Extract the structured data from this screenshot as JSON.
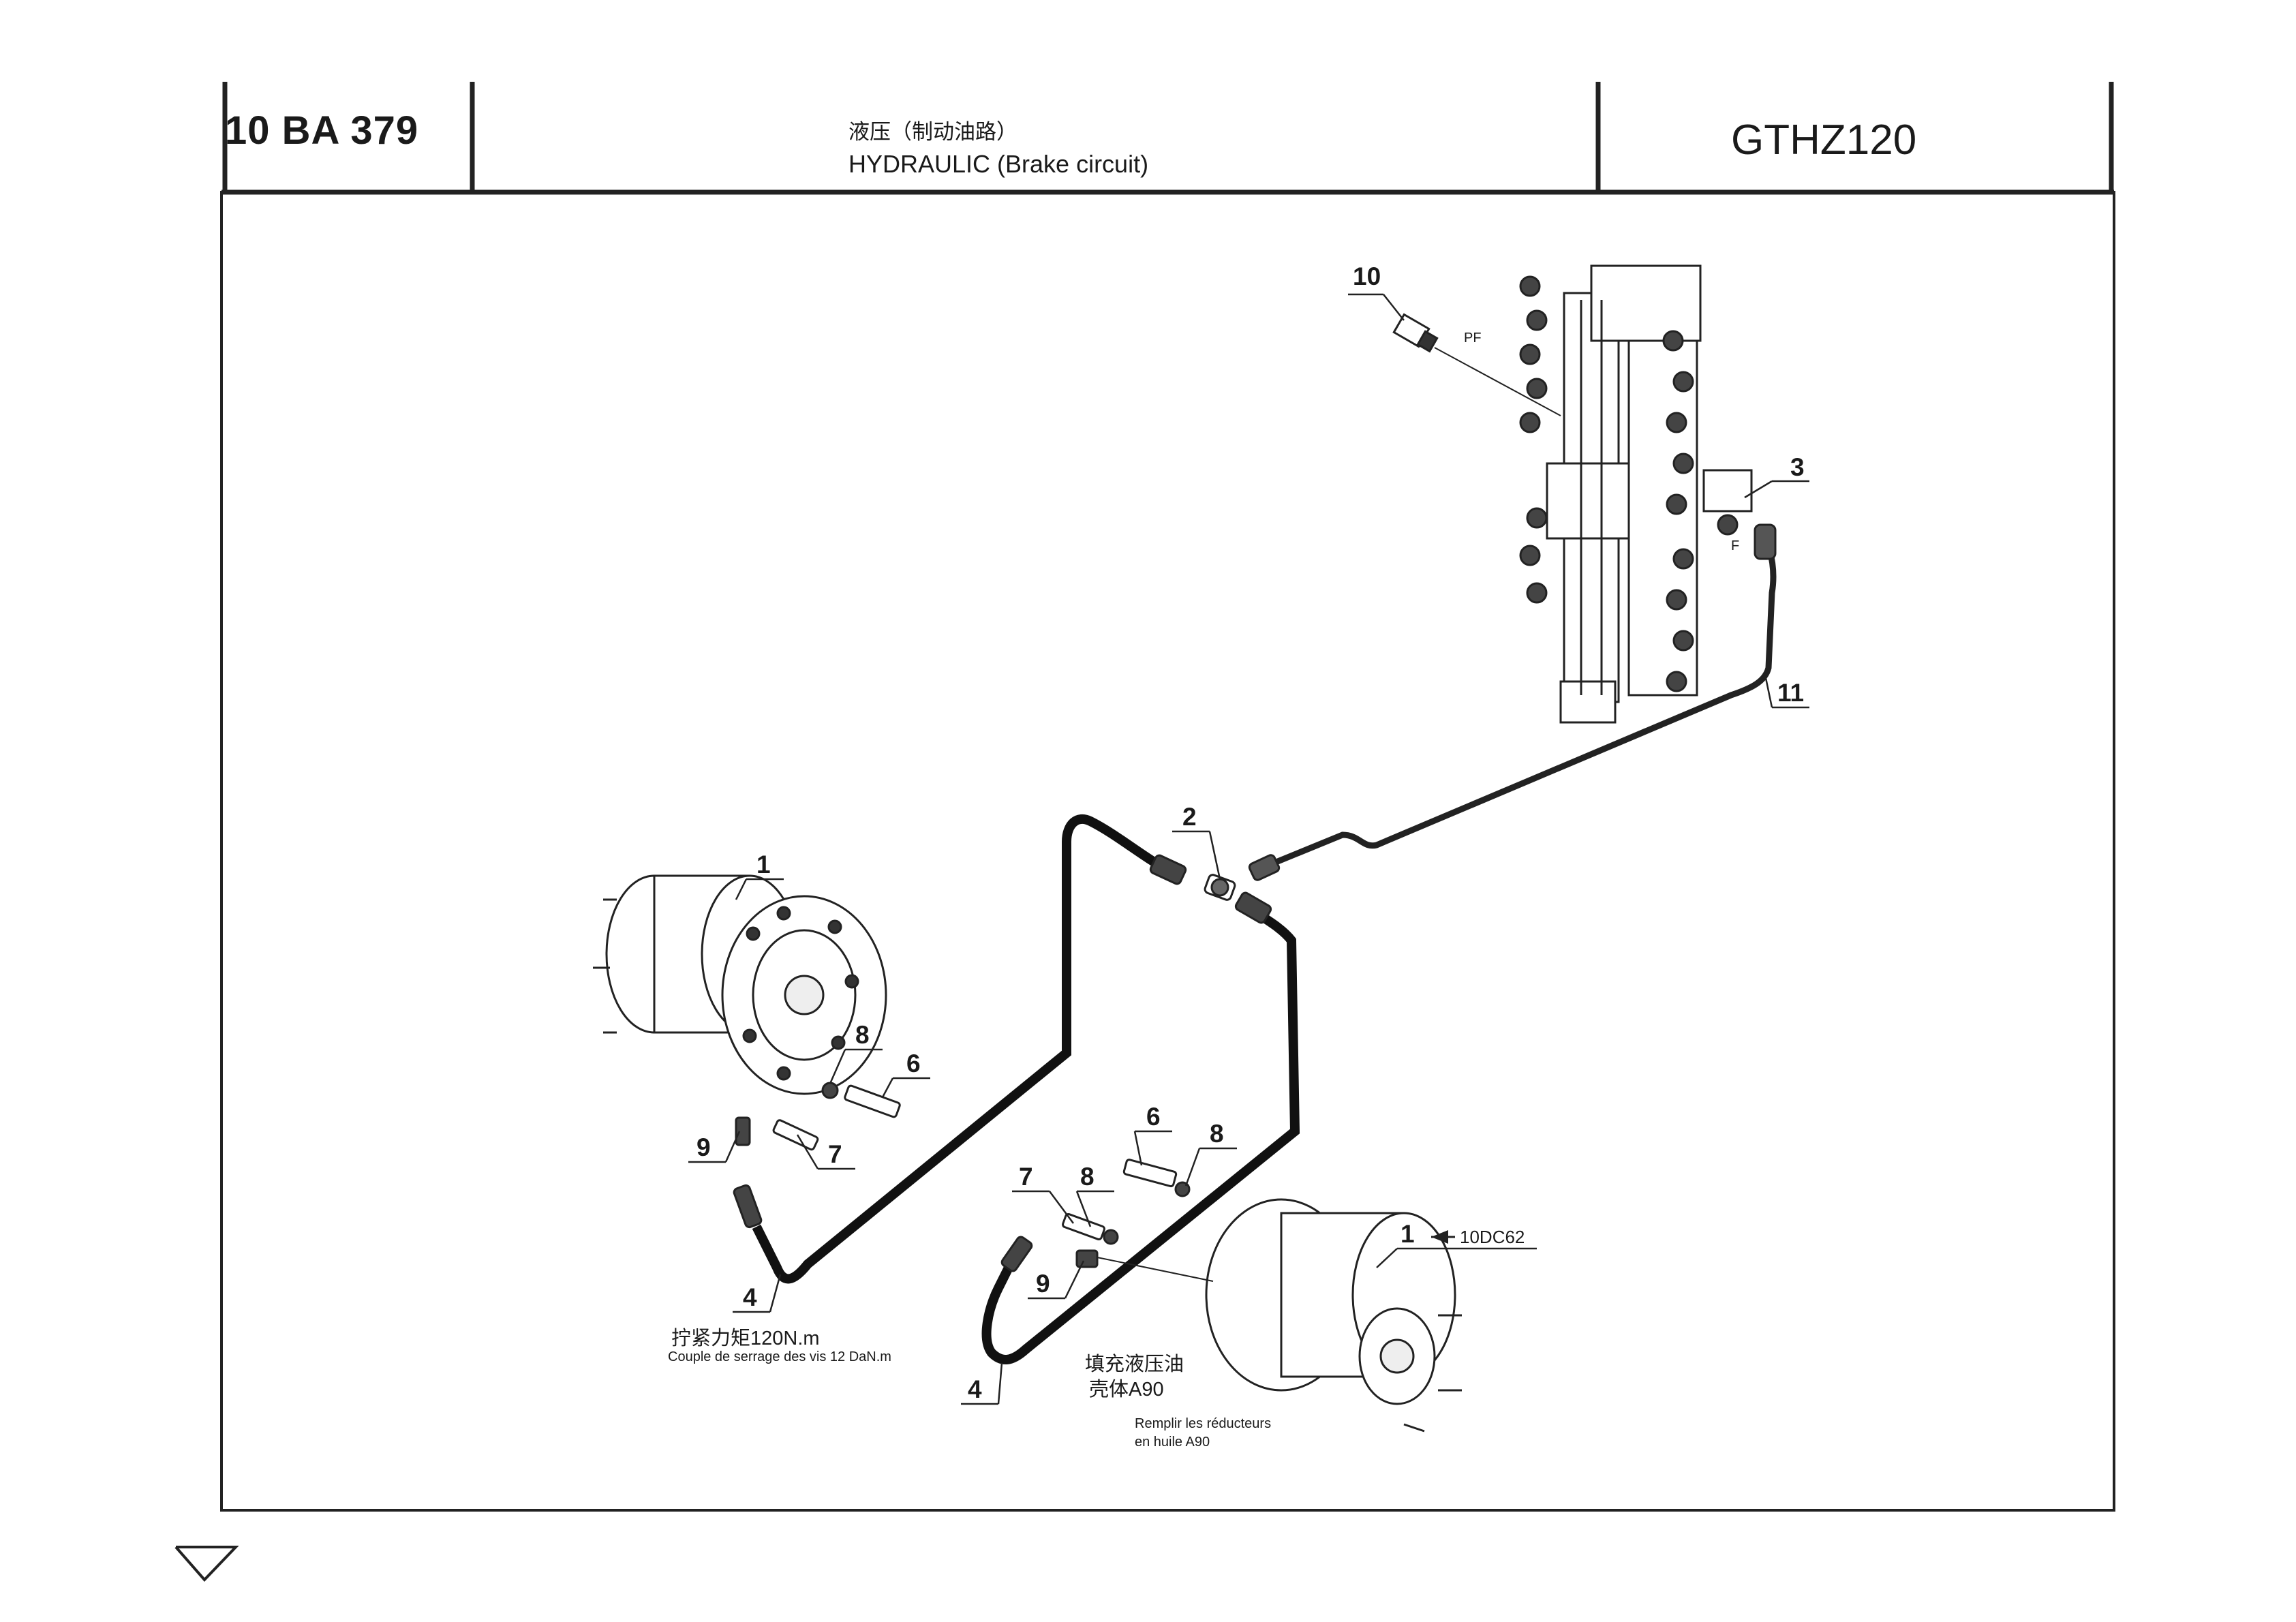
{
  "header": {
    "code": "10 BA 379",
    "title_zh": "液压（制动油路）",
    "title_en": "HYDRAULIC (Brake circuit)",
    "model": "GTHZ120"
  },
  "callouts": {
    "c1a": "1",
    "c1b": "1",
    "c2": "2",
    "c3": "3",
    "c4a": "4",
    "c4b": "4",
    "c6a": "6",
    "c6b": "6",
    "c7a": "7",
    "c7b": "7",
    "c8a": "8",
    "c8b": "8",
    "c9a": "9",
    "c9b": "9",
    "c10": "10",
    "c11": "11"
  },
  "port_labels": {
    "pf": "PF",
    "f": "F"
  },
  "reference": "10DC62",
  "notes": {
    "torque_zh": "拧紧力矩120N.m",
    "torque_fr": "Couple de serrage des vis 12 DaN.m",
    "fill_zh_1": "填充液压油",
    "fill_zh_2": "壳体A90",
    "fill_fr_1": "Remplir les réducteurs",
    "fill_fr_2": "en huile A90"
  },
  "icons": {
    "next_page": "down-arrow-icon"
  }
}
